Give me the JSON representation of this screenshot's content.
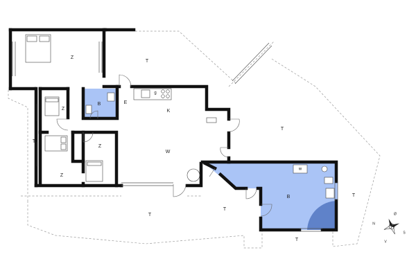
{
  "rooms": {
    "z_top": "Z",
    "t_top": "T",
    "z_small1": "Z",
    "b_small": "B",
    "e": "E",
    "k": "K",
    "t_right_top": "T",
    "t_left": "T",
    "z_small2": "Z",
    "w": "W",
    "z_small3": "Z",
    "t_bottom_left": "T",
    "t_bottom_mid": "T",
    "b_large": "B",
    "t_right": "T",
    "t_bottom_right": "T"
  },
  "fixtures": {
    "gas_hob": "g",
    "washer": "w"
  },
  "compass": {
    "n": "N",
    "s": "S",
    "e": "Ø",
    "w": "V"
  },
  "colors": {
    "wet_room_fill": "#aac4f6",
    "shower_fill": "#5f82c9",
    "wall": "#111111",
    "terrace_outline": "#9a9a9a"
  }
}
